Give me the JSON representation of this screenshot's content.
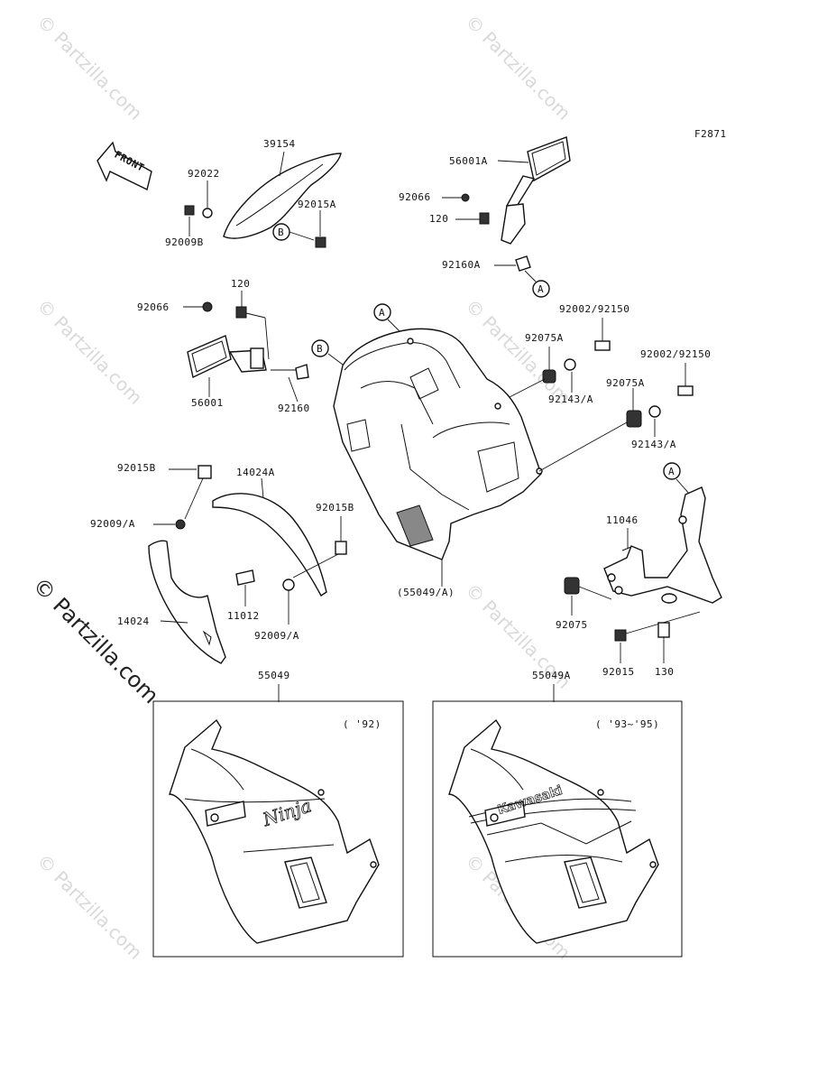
{
  "figure_code": "F2871",
  "front_label": "FRONT",
  "watermarks": [
    "© Partzilla.com"
  ],
  "callouts": {
    "a": "A",
    "b": "B"
  },
  "labels": {
    "p39154": "39154",
    "p92022": "92022",
    "p92009B": "92009B",
    "p92015A": "92015A",
    "p56001A": "56001A",
    "p92066_top": "92066",
    "p120_top": "120",
    "p92160A": "92160A",
    "p92066_left": "92066",
    "p120_left": "120",
    "p56001": "56001",
    "p92160": "92160",
    "p92075A_1": "92075A",
    "p92002_1": "92002/92150",
    "p92143_1": "92143/A",
    "p92002_2": "92002/92150",
    "p92075A_2": "92075A",
    "p92143_2": "92143/A",
    "p92015B_1": "92015B",
    "p14024A": "14024A",
    "p92009A_1": "92009/A",
    "p92015B_2": "92015B",
    "p11012": "11012",
    "p92009A_2": "92009/A",
    "p14024": "14024",
    "p55049A_paren": "(55049/A)",
    "p11046": "11046",
    "p92075": "92075",
    "p92015": "92015",
    "p130": "130",
    "p55049": "55049",
    "p55049A": "55049A",
    "year_left": "( '92)",
    "year_right": "( '93~'95)"
  },
  "decals": {
    "ninja": "Ninja",
    "kawasaki": "Kawasaki"
  }
}
